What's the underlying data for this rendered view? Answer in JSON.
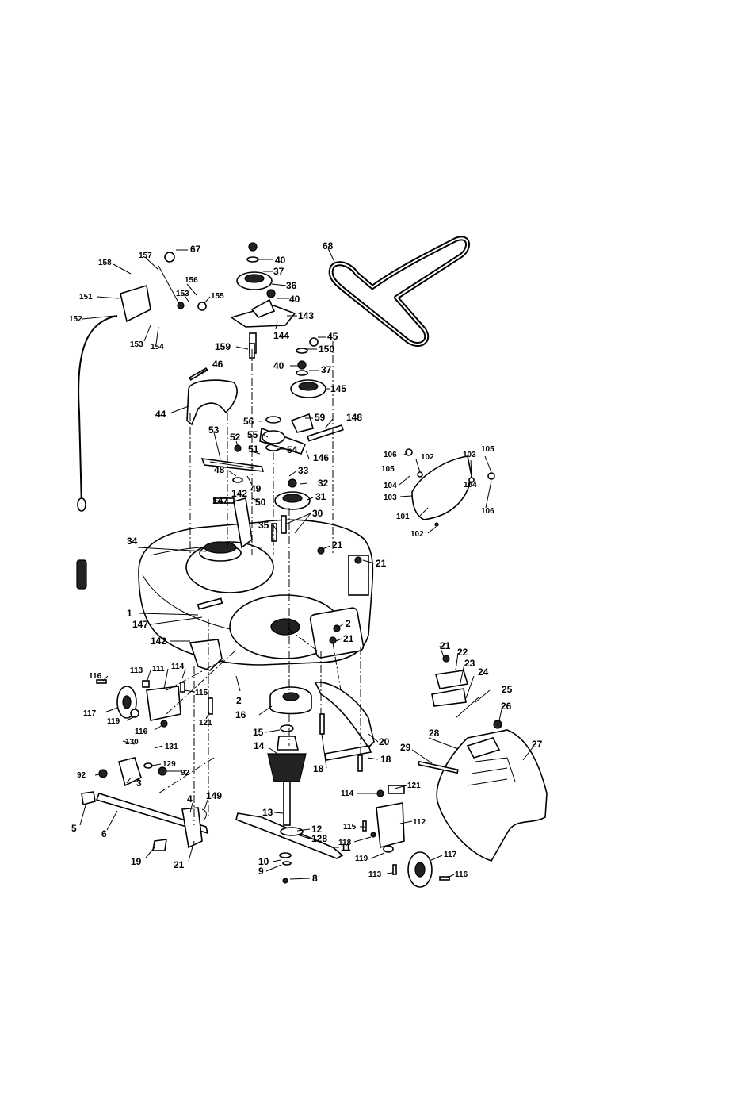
{
  "diagram": {
    "labels": {
      "p1": "1",
      "p2a": "2",
      "p2b": "2",
      "p3": "3",
      "p4": "4",
      "p5": "5",
      "p6": "6",
      "p8": "8",
      "p9": "9",
      "p10": "10",
      "p11": "11",
      "p12": "12",
      "p13": "13",
      "p14": "14",
      "p15": "15",
      "p16": "16",
      "p18a": "18",
      "p18b": "18",
      "p19": "19",
      "p20": "20",
      "p21a": "21",
      "p21b": "21",
      "p21c": "21",
      "p21d": "21",
      "p21e": "21",
      "p22": "22",
      "p23": "23",
      "p24": "24",
      "p25": "25",
      "p26": "26",
      "p27": "27",
      "p28": "28",
      "p29": "29",
      "p30": "30",
      "p31": "31",
      "p32": "32",
      "p33": "33",
      "p34": "34",
      "p35": "35",
      "p36": "36",
      "p37a": "37",
      "p37b": "37",
      "p40a": "40",
      "p40b": "40",
      "p40c": "40",
      "p44": "44",
      "p45": "45",
      "p46": "46",
      "p48": "48",
      "p49": "49",
      "p50": "50",
      "p51": "51",
      "p52": "52",
      "p53": "53",
      "p54": "54",
      "p55": "55",
      "p56": "56",
      "p59": "59",
      "p67": "67",
      "p68": "68",
      "p92a": "92",
      "p92b": "92",
      "p101": "101",
      "p102a": "102",
      "p102b": "102",
      "p103a": "103",
      "p103b": "103",
      "p104a": "104",
      "p104b": "104",
      "p105a": "105",
      "p105b": "105",
      "p106a": "106",
      "p106b": "106",
      "p111": "111",
      "p112": "112",
      "p113a": "113",
      "p113b": "113",
      "p114a": "114",
      "p114b": "114",
      "p115a": "115",
      "p115b": "115",
      "p116a": "116",
      "p116b": "116",
      "p116c": "116",
      "p117a": "117",
      "p117b": "117",
      "p118": "118",
      "p119a": "119",
      "p119b": "119",
      "p121a": "121",
      "p121b": "121",
      "p128": "128",
      "p129": "129",
      "p130": "130",
      "p131": "131",
      "p142a": "142",
      "p142b": "142",
      "p143": "143",
      "p144": "144",
      "p145": "145",
      "p146": "146",
      "p147a": "147",
      "p147b": "147",
      "p148": "148",
      "p149": "149",
      "p150": "150",
      "p151": "151",
      "p152": "152",
      "p153a": "153",
      "p153b": "153",
      "p154": "154",
      "p155": "155",
      "p156": "156",
      "p157": "157",
      "p158": "158",
      "p159": "159"
    }
  }
}
